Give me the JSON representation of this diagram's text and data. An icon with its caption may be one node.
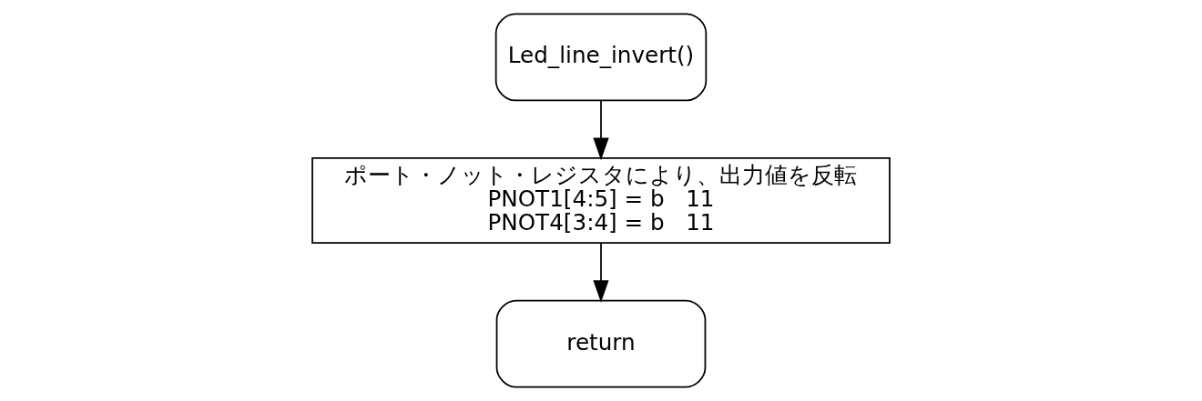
{
  "diagram": {
    "nodes": [
      {
        "text": [
          "Led_line_invert()"
        ]
      },
      {
        "text": [
          "ポート・ノット・レジスタにより、出力値を反転",
          "PNOT1[4:5] = b   11",
          "PNOT4[3:4] = b   11"
        ]
      },
      {
        "text": [
          "return"
        ]
      }
    ],
    "edges": [
      {
        "from": 0,
        "to": 1,
        "arrow": "to"
      },
      {
        "from": 1,
        "to": 2,
        "arrow": "to"
      }
    ]
  }
}
